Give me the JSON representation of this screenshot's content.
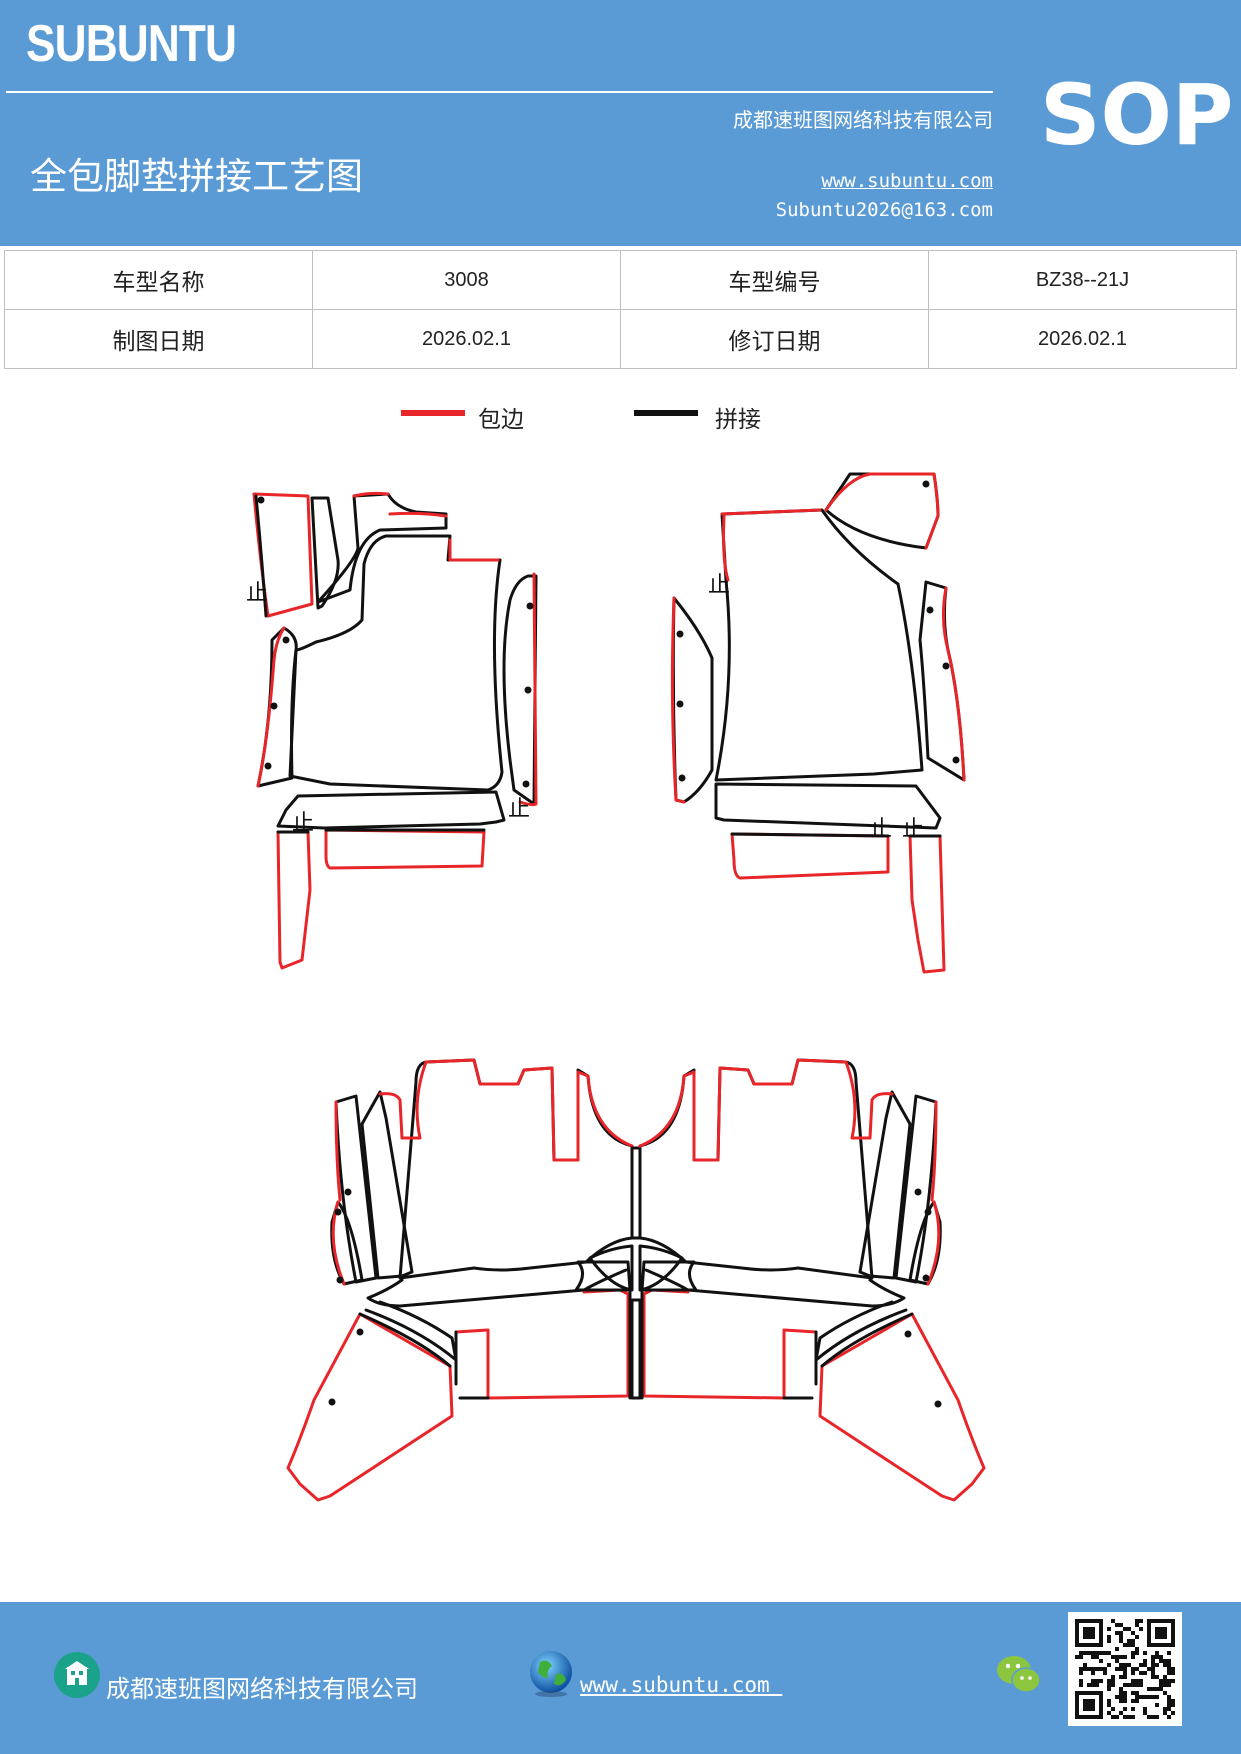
{
  "header": {
    "brand": "SUBUNTU",
    "company": "成都速班图网络科技有限公司",
    "title": "全包脚垫拼接工艺图",
    "website": "www.subuntu.com",
    "email": "Subuntu2026@163.com",
    "doc_type": "SOP"
  },
  "info_table": {
    "rows": [
      {
        "label1": "车型名称",
        "value1": "3008",
        "label2": "车型编号",
        "value2": "BZ38--21J"
      },
      {
        "label1": "制图日期",
        "value1": "2026.02.1",
        "label2": "修订日期",
        "value2": "2026.02.1"
      }
    ]
  },
  "legend": {
    "items": [
      {
        "label": "包边",
        "color": "#e8262a"
      },
      {
        "label": "拼接",
        "color": "#111111"
      }
    ]
  },
  "pattern": {
    "marker_glyph": "止",
    "edge_color": "#e8262a",
    "seam_color": "#111111"
  },
  "footer": {
    "company": "成都速班图网络科技有限公司",
    "website": "www.subuntu.com ",
    "icons": [
      "company-icon",
      "globe-icon",
      "wechat-icon",
      "qr-code"
    ]
  }
}
